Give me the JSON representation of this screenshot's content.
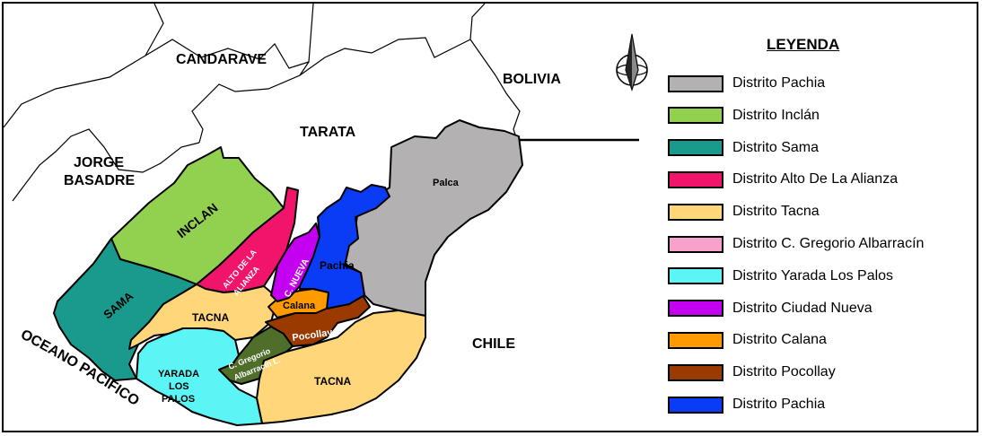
{
  "map": {
    "neighbors": {
      "candarave": "CANDARAVE",
      "bolivia": "BOLIVIA",
      "tarata": "TARATA",
      "jorge_line1": "JORGE",
      "jorge_line2": "BASADRE",
      "chile": "CHILE",
      "ocean": "OCEANO PACIFICO"
    },
    "districts": {
      "inclan": "INCLAN",
      "sama": "SAMA",
      "alto_line1": "ALTO DE LA",
      "alto_line2": "ALIANZA",
      "ciudad_nueva": "C. NUEVA",
      "pachia": "Pachia",
      "palca": "Palca",
      "calana": "Calana",
      "pocollay": "Pocollay",
      "tacna_north": "TACNA",
      "tacna_south": "TACNA",
      "yarada_line1": "YARADA",
      "yarada_line2": "LOS",
      "yarada_line3": "PALOS",
      "gregorio_line1": "C. Gregorio",
      "gregorio_line2": "Albarracín L."
    },
    "colors": {
      "pachia_gray": "#B3B1B1",
      "inclan": "#92D050",
      "sama": "#1A9A8C",
      "alto_alianza": "#F0156A",
      "tacna": "#FFD77A",
      "gregorio_legend": "#F7A2CB",
      "gregorio_map": "#4E6E2A",
      "yarada": "#5CF5F5",
      "ciudad_nueva": "#C300F0",
      "calana": "#FF9A00",
      "pocollay": "#9A3A00",
      "pachia_blue": "#0A3CF5"
    },
    "icon": "compass-rose-icon"
  },
  "legend": {
    "title": "LEYENDA",
    "items": [
      {
        "label": "Distrito Pachia",
        "color": "#B3B1B1"
      },
      {
        "label": "Distrito Inclán",
        "color": "#92D050"
      },
      {
        "label": "Distrito Sama",
        "color": "#1A9A8C"
      },
      {
        "label": "Distrito Alto De La Alianza",
        "color": "#F0156A"
      },
      {
        "label": "Distrito Tacna",
        "color": "#FFD77A"
      },
      {
        "label": "Distrito C. Gregorio Albarracín",
        "color": "#F7A2CB"
      },
      {
        "label": "Distrito Yarada Los Palos",
        "color": "#5CF5F5"
      },
      {
        "label": "Distrito Ciudad Nueva",
        "color": "#C300F0"
      },
      {
        "label": "Distrito Calana",
        "color": "#FF9A00"
      },
      {
        "label": "Distrito Pocollay",
        "color": "#9A3A00"
      },
      {
        "label": "Distrito Pachia",
        "color": "#0A3CF5"
      }
    ]
  }
}
